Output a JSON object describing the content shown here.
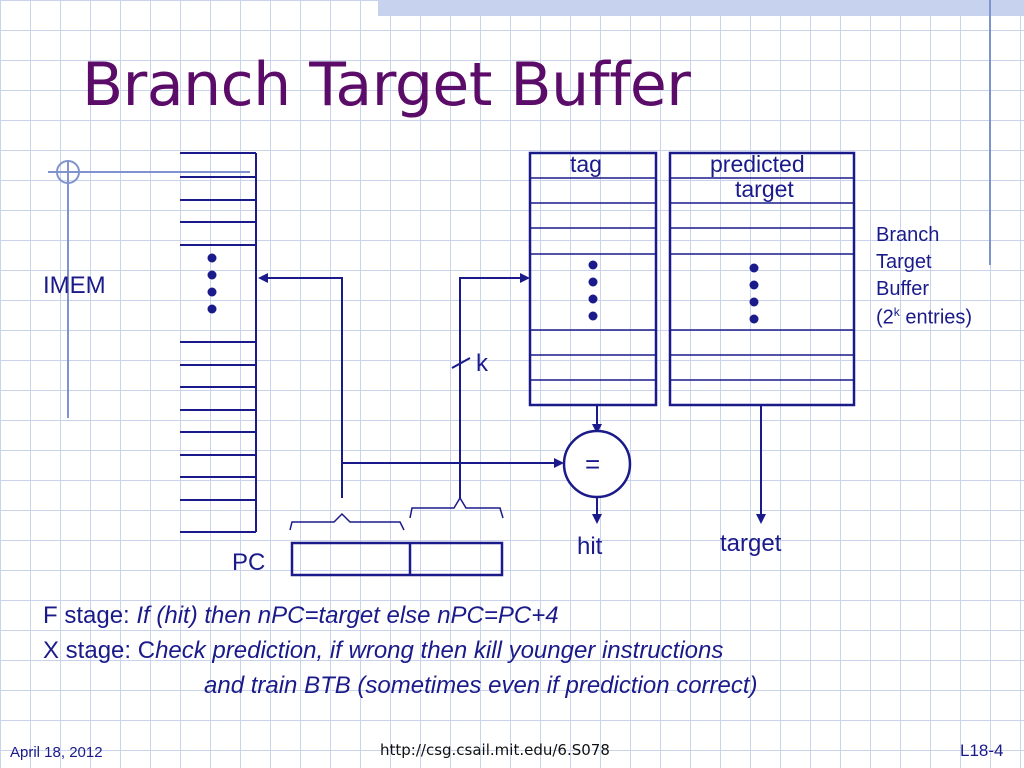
{
  "title": "Branch Target Buffer",
  "imem_label": "IMEM",
  "pc_label": "PC",
  "k_label": "k",
  "btb_columns": {
    "tag": "tag",
    "predicted_line1": "predicted",
    "predicted_line2": "target"
  },
  "btb_caption": {
    "line1": "Branch",
    "line2": "Target",
    "line3": "Buffer",
    "line4_pre": "(2",
    "line4_sup": "k",
    "line4_post": " entries)"
  },
  "compare_symbol": "=",
  "hit_label": "hit",
  "target_label": "target",
  "text_lines": {
    "f_stage_prefix": "F stage: ",
    "f_stage_italic": "If (hit) then nPC=target else nPC=PC+4",
    "x_stage_prefix": "X stage: C",
    "x_stage_italic": "heck prediction, if wrong then kill younger instructions",
    "x_stage_cont": "and train BTB (sometimes even if prediction correct)"
  },
  "footer": {
    "date": "April 18, 2012",
    "url": "http://csg.csail.mit.edu/6.S078",
    "slide": "L18-4"
  }
}
